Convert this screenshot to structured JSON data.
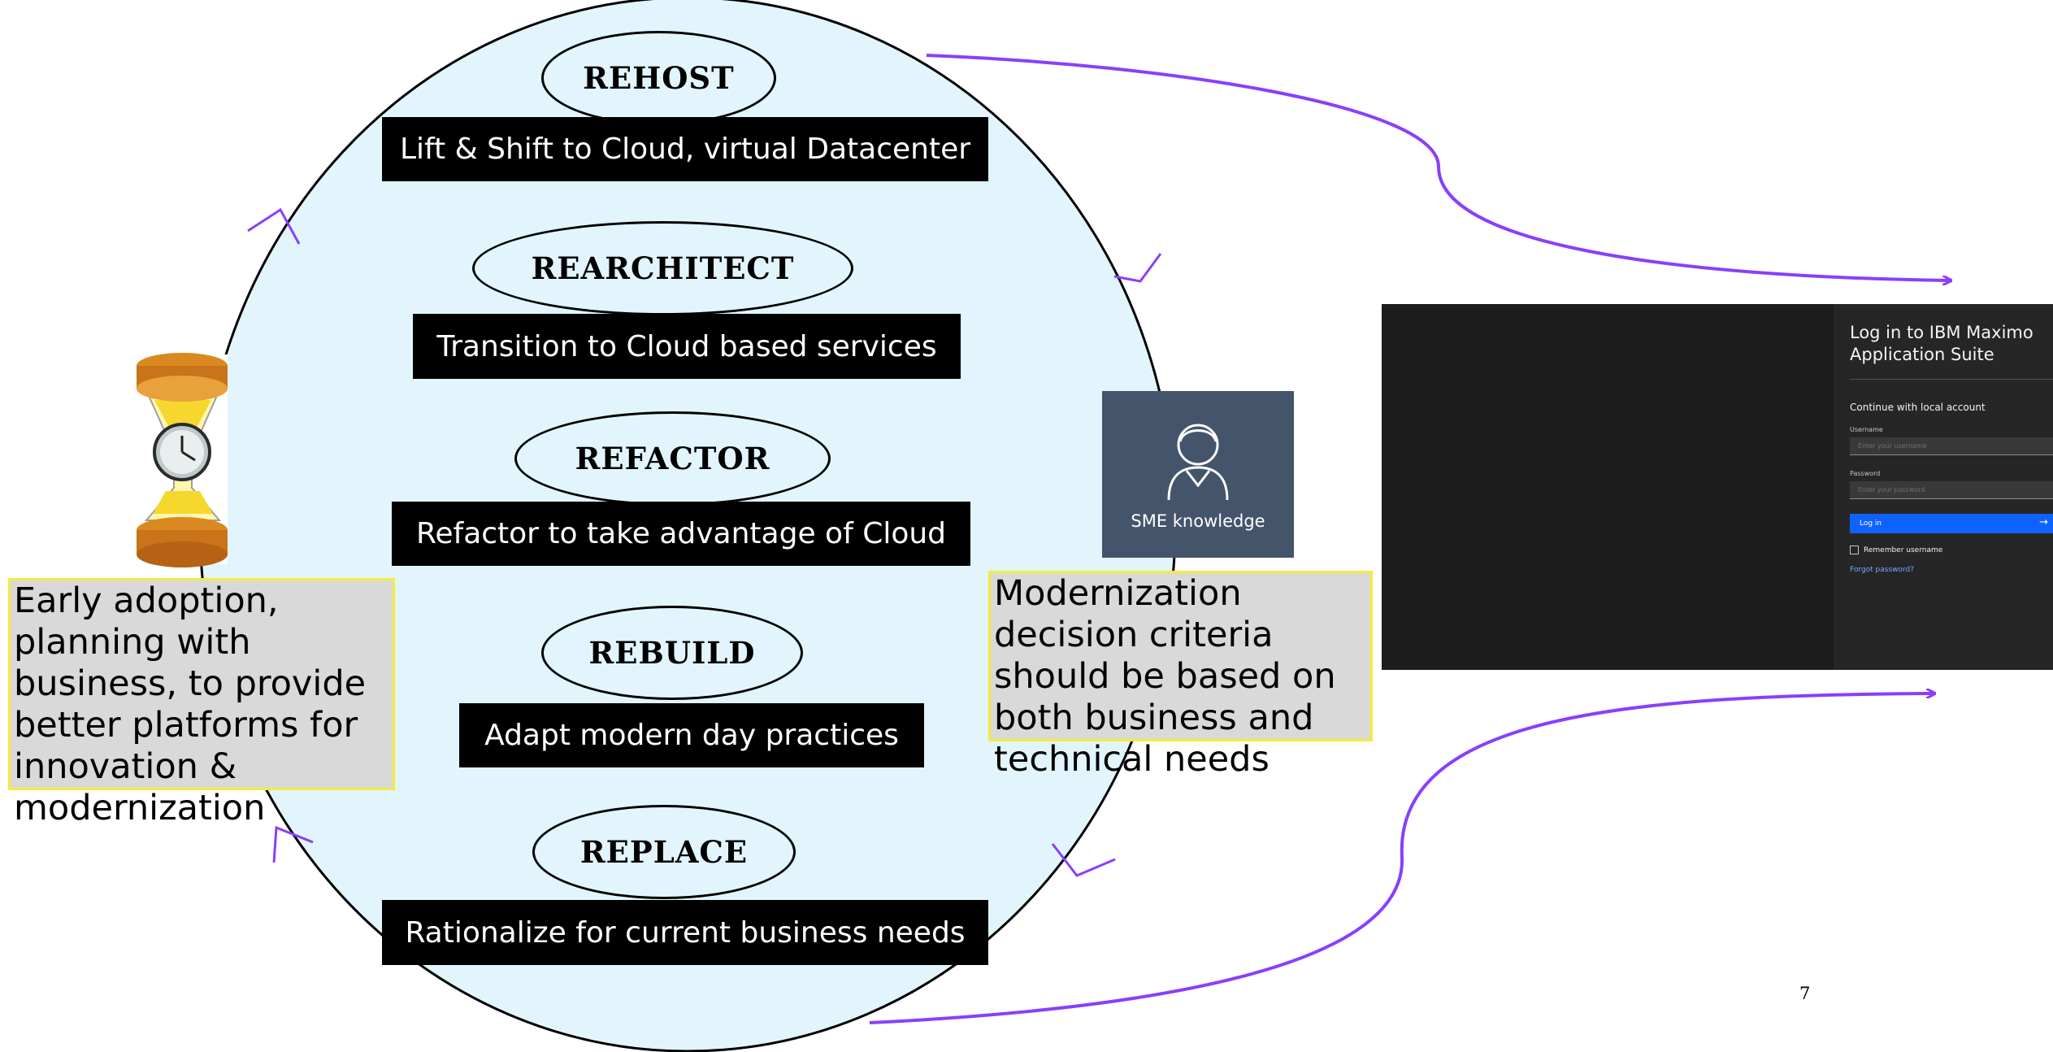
{
  "strategies": [
    {
      "name": "REHOST",
      "description": "Lift & Shift to Cloud, virtual Datacenter"
    },
    {
      "name": "REARCHITECT",
      "description": "Transition to Cloud based services"
    },
    {
      "name": "REFACTOR",
      "description": "Refactor to take advantage of Cloud"
    },
    {
      "name": "REBUILD",
      "description": "Adapt modern day practices"
    },
    {
      "name": "REPLACE",
      "description": "Rationalize for current business needs"
    }
  ],
  "notes": {
    "left": "Early adoption, planning with business, to provide better platforms for innovation & modernization",
    "right": "Modernization decision criteria should be based on both business and technical needs"
  },
  "sme": {
    "label": "SME knowledge",
    "icon": "person-icon"
  },
  "hourglass": {
    "icon": "hourglass-clock-icon"
  },
  "login_screen": {
    "title": "Log in to IBM Maximo Application Suite",
    "continue_text": "Continue with local account",
    "username_label": "Username",
    "username_placeholder": "Enter your username",
    "password_label": "Password",
    "password_placeholder": "Enter your password",
    "login_button": "Log in",
    "remember_label": "Remember username",
    "forgot_link": "Forgot password?"
  },
  "page_number": "7",
  "colors": {
    "circle_fill": "#e2f5fc",
    "arrow": "#8a3ffc",
    "note_fill": "#d9d9d9",
    "note_border": "#f5ec3a",
    "sme_fill": "#44546a",
    "login_primary": "#0f62fe"
  }
}
